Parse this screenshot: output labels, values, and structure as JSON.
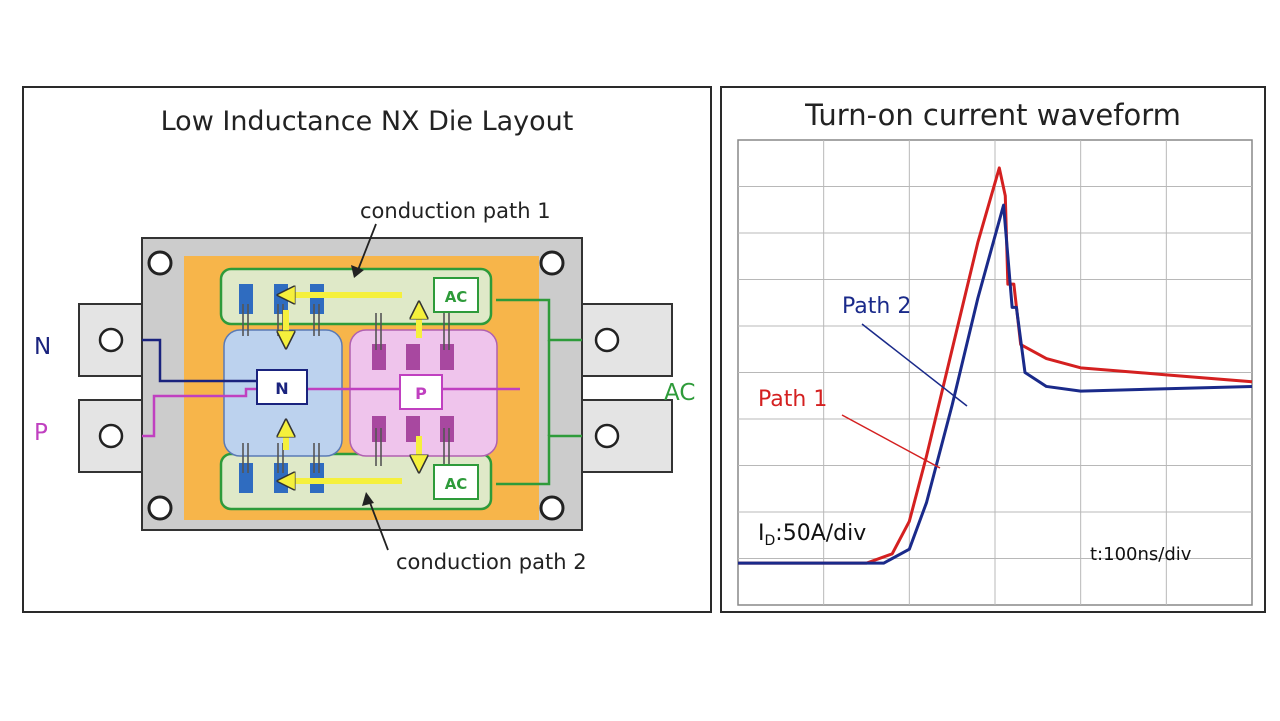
{
  "layout_diagram": {
    "title": "Low Inductance NX Die Layout",
    "callout_path1": "conduction path  1",
    "callout_path2": "conduction path 2",
    "terminal_n": "N",
    "terminal_p": "P",
    "terminal_ac": "AC",
    "pad_n": "N",
    "pad_p": "P",
    "pad_ac_top": "AC",
    "pad_ac_bottom": "AC",
    "colors": {
      "n_line": "#1a237e",
      "p_line": "#c040c0",
      "ac_line": "#2e9b3a",
      "substrate": "#f7b54a",
      "case": "#cccccc",
      "arrow": "#f5f03c"
    }
  },
  "waveform_chart": {
    "title": "Turn-on current waveform",
    "path2_label": "Path 2",
    "path1_label": "Path 1",
    "y_scale_label_prefix": "I",
    "y_scale_label_sub": "D",
    "y_scale_label_suffix": ":50A/div",
    "x_scale_label": "t:100ns/div",
    "colors": {
      "path1": "#d42020",
      "path2": "#1a2a8a",
      "grid": "#b8b8b8"
    }
  },
  "chart_data": {
    "type": "line",
    "title": "Turn-on current waveform",
    "xlabel": "t:100ns/div",
    "ylabel": "ID:50A/div",
    "x_units": "div",
    "y_units": "div",
    "xlim": [
      0,
      6
    ],
    "ylim": [
      0,
      10
    ],
    "grid": true,
    "series": [
      {
        "name": "Path 1",
        "color": "#d42020",
        "x": [
          0,
          1.5,
          1.8,
          2.0,
          2.2,
          2.5,
          2.8,
          3.05,
          3.12,
          3.15,
          3.22,
          3.3,
          3.6,
          4.0,
          5.0,
          6.0
        ],
        "y": [
          0.9,
          0.9,
          1.1,
          1.8,
          3.2,
          5.5,
          7.8,
          9.4,
          8.8,
          6.9,
          6.9,
          5.6,
          5.3,
          5.1,
          4.95,
          4.8
        ]
      },
      {
        "name": "Path 2",
        "color": "#1a2a8a",
        "x": [
          0,
          1.7,
          2.0,
          2.2,
          2.5,
          2.8,
          3.1,
          3.15,
          3.2,
          3.25,
          3.35,
          3.6,
          4.0,
          5.0,
          6.0
        ],
        "y": [
          0.9,
          0.9,
          1.2,
          2.2,
          4.3,
          6.6,
          8.6,
          7.5,
          6.4,
          6.4,
          5.0,
          4.7,
          4.6,
          4.65,
          4.7
        ]
      }
    ]
  }
}
